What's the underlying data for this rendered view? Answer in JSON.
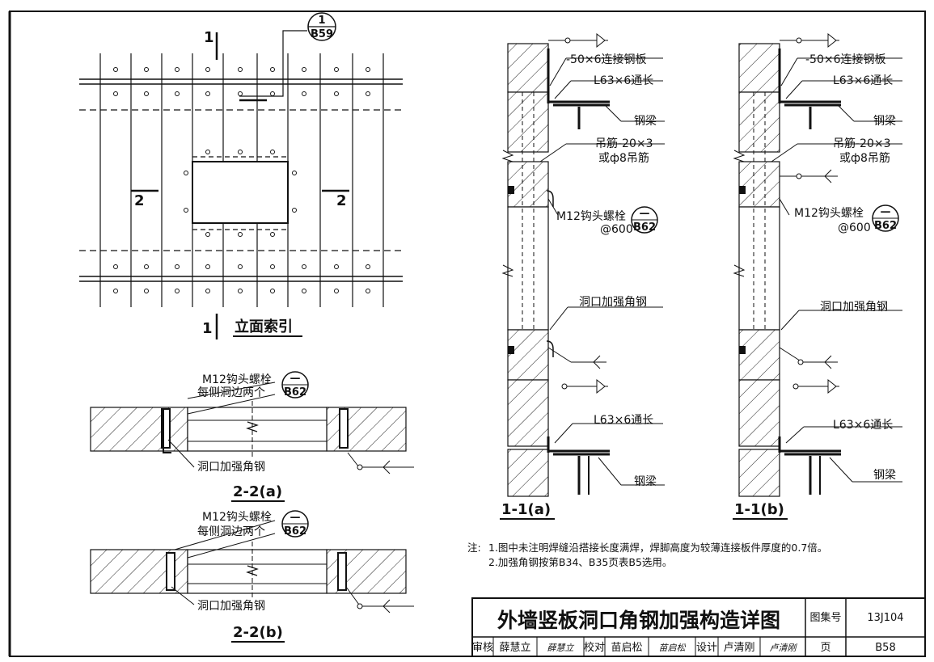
{
  "elevation": {
    "section_mark": "1",
    "ref_circle_num": "1",
    "ref_circle_sheet": "B59",
    "left_cut_num": "2",
    "right_cut_num": "2",
    "caption": "立面索引"
  },
  "section_2a": {
    "bolt_label": "M12钩头螺栓",
    "bolt_spacing": "每侧洞边两个",
    "ref_sheet": "B62",
    "ref_num": "—",
    "angle_label": "洞口加强角钢",
    "caption": "2-2(a)"
  },
  "section_2b": {
    "bolt_label": "M12钩头螺栓",
    "bolt_spacing": "每侧洞边两个",
    "ref_sheet": "B62",
    "ref_num": "—",
    "angle_label": "洞口加强角钢",
    "caption": "2-2(b)"
  },
  "section_1a": {
    "plate_label": "-50×6连接钢板",
    "angle_top_label": "L63×6通长",
    "beam_top_label": "钢梁",
    "hanger_label_1": "吊筋-20×3",
    "hanger_label_2": "或ф8吊筋",
    "bolt_label": "M12钩头螺栓",
    "bolt_spacing": "@600",
    "ref_sheet": "B62",
    "ref_num": "—",
    "opening_angle_label": "洞口加强角钢",
    "angle_bottom_label": "L63×6通长",
    "beam_bottom_label": "钢梁",
    "caption": "1-1(a)"
  },
  "section_1b": {
    "plate_label": "-50×6连接钢板",
    "angle_top_label": "L63×6通长",
    "beam_top_label": "钢梁",
    "hanger_label_1": "吊筋-20×3",
    "hanger_label_2": "或ф8吊筋",
    "bolt_label": "M12钩头螺栓",
    "bolt_spacing": "@600",
    "ref_sheet": "B62",
    "ref_num": "—",
    "opening_angle_label": "洞口加强角钢",
    "angle_bottom_label": "L63×6通长",
    "beam_bottom_label": "钢梁",
    "caption": "1-1(b)"
  },
  "notes": {
    "prefix": "注:",
    "line1": "1.图中未注明焊缝沿搭接长度满焊，焊脚高度为较薄连接板件厚度的0.7倍。",
    "line2": "2.加强角钢按第B34、B35页表B5选用。"
  },
  "title_block": {
    "title": "外墙竖板洞口角钢加强构造详图",
    "atlas_label": "图集号",
    "atlas_no": "13J104",
    "review_label": "审核",
    "reviewer": "薛慧立",
    "reviewer_sig": "薛慧立",
    "check_label": "校对",
    "checker": "苗启松",
    "checker_sig": "苗启松",
    "design_label": "设计",
    "designer": "卢清刚",
    "designer_sig": "卢清刚",
    "page_label": "页",
    "page_no": "B58"
  }
}
